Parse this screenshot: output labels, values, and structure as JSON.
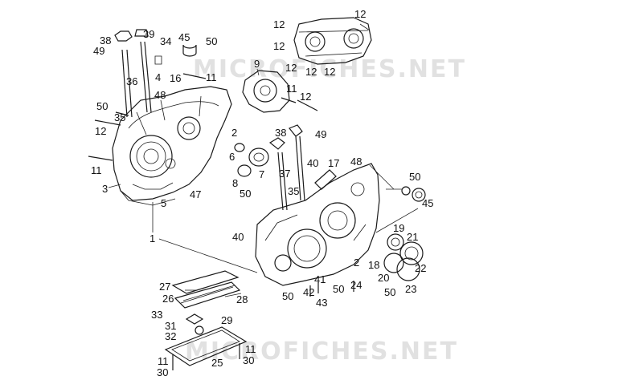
{
  "watermarks": [
    "MICROFICHES.NET",
    "MICROFICHES.NET"
  ],
  "callouts": [
    {
      "id": "c38a",
      "text": "38"
    },
    {
      "id": "c39",
      "text": "39"
    },
    {
      "id": "c34",
      "text": "34"
    },
    {
      "id": "c45a",
      "text": "45"
    },
    {
      "id": "c50a",
      "text": "50"
    },
    {
      "id": "c49a",
      "text": "49"
    },
    {
      "id": "c36",
      "text": "36"
    },
    {
      "id": "c16",
      "text": "16"
    },
    {
      "id": "c4",
      "text": "4"
    },
    {
      "id": "c48a",
      "text": "48"
    },
    {
      "id": "c11a",
      "text": "11"
    },
    {
      "id": "c50b",
      "text": "50"
    },
    {
      "id": "c35a",
      "text": "35"
    },
    {
      "id": "c12a",
      "text": "12"
    },
    {
      "id": "c11b",
      "text": "11"
    },
    {
      "id": "c3",
      "text": "3"
    },
    {
      "id": "c5",
      "text": "5"
    },
    {
      "id": "c47",
      "text": "47"
    },
    {
      "id": "c1",
      "text": "1"
    },
    {
      "id": "c9",
      "text": "9"
    },
    {
      "id": "c2a",
      "text": "2"
    },
    {
      "id": "c6",
      "text": "6"
    },
    {
      "id": "c7",
      "text": "7"
    },
    {
      "id": "c8",
      "text": "8"
    },
    {
      "id": "c50c",
      "text": "50"
    },
    {
      "id": "c12t1",
      "text": "12"
    },
    {
      "id": "c12t2",
      "text": "12"
    },
    {
      "id": "c12t3",
      "text": "12"
    },
    {
      "id": "c12t4",
      "text": "12"
    },
    {
      "id": "c12t5",
      "text": "12"
    },
    {
      "id": "c12t6",
      "text": "12"
    },
    {
      "id": "c11c",
      "text": "11"
    },
    {
      "id": "c12b",
      "text": "12"
    },
    {
      "id": "c38b",
      "text": "38"
    },
    {
      "id": "c49b",
      "text": "49"
    },
    {
      "id": "c37",
      "text": "37"
    },
    {
      "id": "c40a",
      "text": "40"
    },
    {
      "id": "c17",
      "text": "17"
    },
    {
      "id": "c48b",
      "text": "48"
    },
    {
      "id": "c35b",
      "text": "35"
    },
    {
      "id": "c50d",
      "text": "50"
    },
    {
      "id": "c45b",
      "text": "45"
    },
    {
      "id": "c40b",
      "text": "40"
    },
    {
      "id": "c19",
      "text": "19"
    },
    {
      "id": "c21",
      "text": "21"
    },
    {
      "id": "c18",
      "text": "18"
    },
    {
      "id": "c22",
      "text": "22"
    },
    {
      "id": "c20",
      "text": "20"
    },
    {
      "id": "c2b",
      "text": "2"
    },
    {
      "id": "c24",
      "text": "24"
    },
    {
      "id": "c50e",
      "text": "50"
    },
    {
      "id": "c41",
      "text": "41"
    },
    {
      "id": "c42",
      "text": "42"
    },
    {
      "id": "c43",
      "text": "43"
    },
    {
      "id": "c50f",
      "text": "50"
    },
    {
      "id": "c23",
      "text": "23"
    },
    {
      "id": "c50g",
      "text": "50"
    },
    {
      "id": "c27",
      "text": "27"
    },
    {
      "id": "c26",
      "text": "26"
    },
    {
      "id": "c28",
      "text": "28"
    },
    {
      "id": "c33",
      "text": "33"
    },
    {
      "id": "c31",
      "text": "31"
    },
    {
      "id": "c29",
      "text": "29"
    },
    {
      "id": "c32",
      "text": "32"
    },
    {
      "id": "c11d",
      "text": "11"
    },
    {
      "id": "c11e",
      "text": "11"
    },
    {
      "id": "c30a",
      "text": "30"
    },
    {
      "id": "c25",
      "text": "25"
    },
    {
      "id": "c30b",
      "text": "30"
    }
  ]
}
